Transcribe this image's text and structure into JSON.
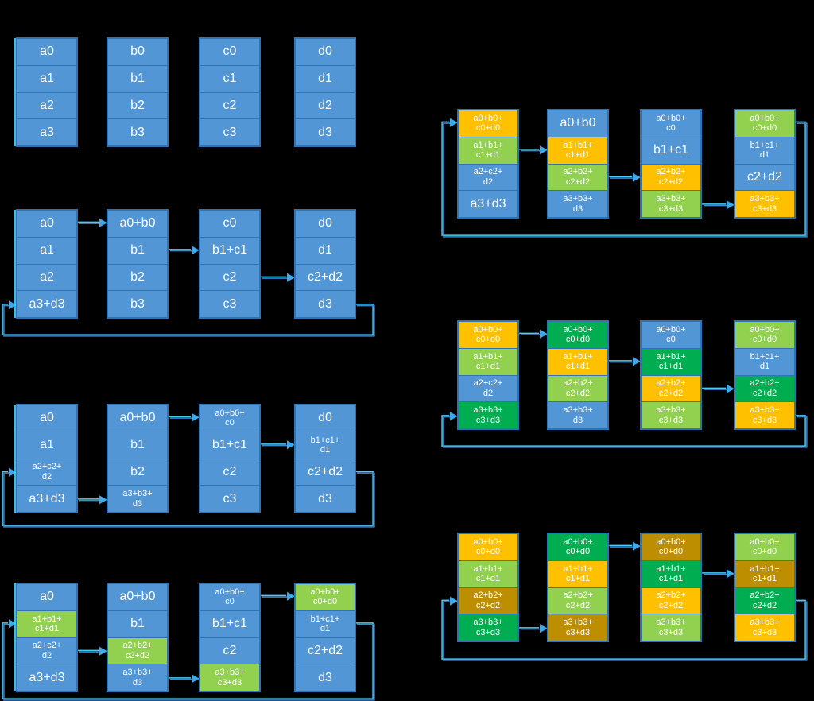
{
  "palette": {
    "blue": "#5296D5",
    "lightGreen": "#92D050",
    "darkGreen": "#00AD50",
    "orange": "#FFC000",
    "olive": "#BC8E00",
    "cellBorder": "#2E74B5",
    "arrowCyan": "#49CDF5",
    "arrowBlue": "#3E86CB",
    "arrowHead": "#3FA8E8",
    "edgeCyan": "#3FD4F8",
    "text": "#FFFFFF",
    "background": "#000000"
  },
  "diagram": {
    "stages": [
      {
        "id": "initial",
        "columns": [
          [
            {
              "t": "a0",
              "c": "blue"
            },
            {
              "t": "a1",
              "c": "blue"
            },
            {
              "t": "a2",
              "c": "blue"
            },
            {
              "t": "a3",
              "c": "blue"
            }
          ],
          [
            {
              "t": "b0",
              "c": "blue"
            },
            {
              "t": "b1",
              "c": "blue"
            },
            {
              "t": "b2",
              "c": "blue"
            },
            {
              "t": "b3",
              "c": "blue"
            }
          ],
          [
            {
              "t": "c0",
              "c": "blue"
            },
            {
              "t": "c1",
              "c": "blue"
            },
            {
              "t": "c2",
              "c": "blue"
            },
            {
              "t": "c3",
              "c": "blue"
            }
          ],
          [
            {
              "t": "d0",
              "c": "blue"
            },
            {
              "t": "d1",
              "c": "blue"
            },
            {
              "t": "d2",
              "c": "blue"
            },
            {
              "t": "d3",
              "c": "blue"
            }
          ]
        ],
        "arrows": [],
        "wrap_row": null,
        "edge_line": true
      },
      {
        "id": "reduce-1",
        "columns": [
          [
            {
              "t": "a0",
              "c": "blue"
            },
            {
              "t": "a1",
              "c": "blue"
            },
            {
              "t": "a2",
              "c": "blue"
            },
            {
              "t": "a3+d3",
              "c": "blue"
            }
          ],
          [
            {
              "t": "a0+b0",
              "c": "blue"
            },
            {
              "t": "b1",
              "c": "blue"
            },
            {
              "t": "b2",
              "c": "blue"
            },
            {
              "t": "b3",
              "c": "blue"
            }
          ],
          [
            {
              "t": "c0",
              "c": "blue"
            },
            {
              "t": "b1+c1",
              "c": "blue"
            },
            {
              "t": "c2",
              "c": "blue"
            },
            {
              "t": "c3",
              "c": "blue"
            }
          ],
          [
            {
              "t": "d0",
              "c": "blue"
            },
            {
              "t": "d1",
              "c": "blue"
            },
            {
              "t": "c2+d2",
              "c": "blue"
            },
            {
              "t": "d3",
              "c": "blue"
            }
          ]
        ],
        "arrows": [
          {
            "row": 0,
            "from": 0,
            "to": 1
          },
          {
            "row": 1,
            "from": 1,
            "to": 2
          },
          {
            "row": 2,
            "from": 2,
            "to": 3
          }
        ],
        "wrap_row": 3,
        "edge_line": true
      },
      {
        "id": "reduce-2",
        "columns": [
          [
            {
              "t": "a0",
              "c": "blue"
            },
            {
              "t": "a1",
              "c": "blue"
            },
            {
              "t": "a2+c2+\nd2",
              "c": "blue"
            },
            {
              "t": "a3+d3",
              "c": "blue"
            }
          ],
          [
            {
              "t": "a0+b0",
              "c": "blue"
            },
            {
              "t": "b1",
              "c": "blue"
            },
            {
              "t": "b2",
              "c": "blue"
            },
            {
              "t": "a3+b3+\nd3",
              "c": "blue"
            }
          ],
          [
            {
              "t": "a0+b0+\nc0",
              "c": "blue"
            },
            {
              "t": "b1+c1",
              "c": "blue"
            },
            {
              "t": "c2",
              "c": "blue"
            },
            {
              "t": "c3",
              "c": "blue"
            }
          ],
          [
            {
              "t": "d0",
              "c": "blue"
            },
            {
              "t": "b1+c1+\nd1",
              "c": "blue"
            },
            {
              "t": "c2+d2",
              "c": "blue"
            },
            {
              "t": "d3",
              "c": "blue"
            }
          ]
        ],
        "arrows": [
          {
            "row": 3,
            "from": 0,
            "to": 1
          },
          {
            "row": 0,
            "from": 1,
            "to": 2
          },
          {
            "row": 1,
            "from": 2,
            "to": 3
          }
        ],
        "wrap_row": 2,
        "edge_line": true
      },
      {
        "id": "reduce-3",
        "columns": [
          [
            {
              "t": "a0",
              "c": "blue"
            },
            {
              "t": "a1+b1+\nc1+d1",
              "c": "lightGreen"
            },
            {
              "t": "a2+c2+\nd2",
              "c": "blue"
            },
            {
              "t": "a3+d3",
              "c": "blue"
            }
          ],
          [
            {
              "t": "a0+b0",
              "c": "blue"
            },
            {
              "t": "b1",
              "c": "blue"
            },
            {
              "t": "a2+b2+\nc2+d2",
              "c": "lightGreen"
            },
            {
              "t": "a3+b3+\nd3",
              "c": "blue"
            }
          ],
          [
            {
              "t": "a0+b0+\nc0",
              "c": "blue"
            },
            {
              "t": "b1+c1",
              "c": "blue"
            },
            {
              "t": "c2",
              "c": "blue"
            },
            {
              "t": "a3+b3+\nc3+d3",
              "c": "lightGreen"
            }
          ],
          [
            {
              "t": "a0+b0+\nc0+d0",
              "c": "lightGreen"
            },
            {
              "t": "b1+c1+\nd1",
              "c": "blue"
            },
            {
              "t": "c2+d2",
              "c": "blue"
            },
            {
              "t": "d3",
              "c": "blue"
            }
          ]
        ],
        "arrows": [
          {
            "row": 2,
            "from": 0,
            "to": 1
          },
          {
            "row": 3,
            "from": 1,
            "to": 2
          },
          {
            "row": 0,
            "from": 2,
            "to": 3
          }
        ],
        "wrap_row": 1,
        "edge_line": true
      },
      {
        "id": "gather-1",
        "columns": [
          [
            {
              "t": "a0+b0+\nc0+d0",
              "c": "orange"
            },
            {
              "t": "a1+b1+\nc1+d1",
              "c": "lightGreen"
            },
            {
              "t": "a2+c2+\nd2",
              "c": "blue"
            },
            {
              "t": "a3+d3",
              "c": "blue"
            }
          ],
          [
            {
              "t": "a0+b0",
              "c": "blue"
            },
            {
              "t": "a1+b1+\nc1+d1",
              "c": "orange"
            },
            {
              "t": "a2+b2+\nc2+d2",
              "c": "lightGreen"
            },
            {
              "t": "a3+b3+\nd3",
              "c": "blue"
            }
          ],
          [
            {
              "t": "a0+b0+\nc0",
              "c": "blue"
            },
            {
              "t": "b1+c1",
              "c": "blue"
            },
            {
              "t": "a2+b2+\nc2+d2",
              "c": "orange"
            },
            {
              "t": "a3+b3+\nc3+d3",
              "c": "lightGreen"
            }
          ],
          [
            {
              "t": "a0+b0+\nc0+d0",
              "c": "lightGreen"
            },
            {
              "t": "b1+c1+\nd1",
              "c": "blue"
            },
            {
              "t": "c2+d2",
              "c": "blue"
            },
            {
              "t": "a3+b3+\nc3+d3",
              "c": "orange"
            }
          ]
        ],
        "arrows": [
          {
            "row": 1,
            "from": 0,
            "to": 1
          },
          {
            "row": 2,
            "from": 1,
            "to": 2
          },
          {
            "row": 3,
            "from": 2,
            "to": 3
          }
        ],
        "wrap_row": 0,
        "edge_line": false
      },
      {
        "id": "gather-2",
        "columns": [
          [
            {
              "t": "a0+b0+\nc0+d0",
              "c": "orange"
            },
            {
              "t": "a1+b1+\nc1+d1",
              "c": "lightGreen"
            },
            {
              "t": "a2+c2+\nd2",
              "c": "blue"
            },
            {
              "t": "a3+b3+\nc3+d3",
              "c": "darkGreen"
            }
          ],
          [
            {
              "t": "a0+b0+\nc0+d0",
              "c": "darkGreen"
            },
            {
              "t": "a1+b1+\nc1+d1",
              "c": "orange"
            },
            {
              "t": "a2+b2+\nc2+d2",
              "c": "lightGreen"
            },
            {
              "t": "a3+b3+\nd3",
              "c": "blue"
            }
          ],
          [
            {
              "t": "a0+b0+\nc0",
              "c": "blue"
            },
            {
              "t": "a1+b1+\nc1+d1",
              "c": "darkGreen"
            },
            {
              "t": "a2+b2+\nc2+d2",
              "c": "orange"
            },
            {
              "t": "a3+b3+\nc3+d3",
              "c": "lightGreen"
            }
          ],
          [
            {
              "t": "a0+b0+\nc0+d0",
              "c": "lightGreen"
            },
            {
              "t": "b1+c1+\nd1",
              "c": "blue"
            },
            {
              "t": "a2+b2+\nc2+d2",
              "c": "darkGreen"
            },
            {
              "t": "a3+b3+\nc3+d3",
              "c": "orange"
            }
          ]
        ],
        "arrows": [
          {
            "row": 0,
            "from": 0,
            "to": 1
          },
          {
            "row": 1,
            "from": 1,
            "to": 2
          },
          {
            "row": 2,
            "from": 2,
            "to": 3
          }
        ],
        "wrap_row": 3,
        "edge_line": false
      },
      {
        "id": "gather-3",
        "columns": [
          [
            {
              "t": "a0+b0+\nc0+d0",
              "c": "orange"
            },
            {
              "t": "a1+b1+\nc1+d1",
              "c": "lightGreen"
            },
            {
              "t": "a2+b2+\nc2+d2",
              "c": "olive"
            },
            {
              "t": "a3+b3+\nc3+d3",
              "c": "darkGreen"
            }
          ],
          [
            {
              "t": "a0+b0+\nc0+d0",
              "c": "darkGreen"
            },
            {
              "t": "a1+b1+\nc1+d1",
              "c": "orange"
            },
            {
              "t": "a2+b2+\nc2+d2",
              "c": "lightGreen"
            },
            {
              "t": "a3+b3+\nc3+d3",
              "c": "olive"
            }
          ],
          [
            {
              "t": "a0+b0+\nc0+d0",
              "c": "olive"
            },
            {
              "t": "a1+b1+\nc1+d1",
              "c": "darkGreen"
            },
            {
              "t": "a2+b2+\nc2+d2",
              "c": "orange"
            },
            {
              "t": "a3+b3+\nc3+d3",
              "c": "lightGreen"
            }
          ],
          [
            {
              "t": "a0+b0+\nc0+d0",
              "c": "lightGreen"
            },
            {
              "t": "a1+b1+\nc1+d1",
              "c": "olive"
            },
            {
              "t": "a2+b2+\nc2+d2",
              "c": "darkGreen"
            },
            {
              "t": "a3+b3+\nc3+d3",
              "c": "orange"
            }
          ]
        ],
        "arrows": [
          {
            "row": 3,
            "from": 0,
            "to": 1
          },
          {
            "row": 0,
            "from": 1,
            "to": 2
          },
          {
            "row": 1,
            "from": 2,
            "to": 3
          }
        ],
        "wrap_row": 2,
        "edge_line": false
      }
    ]
  }
}
